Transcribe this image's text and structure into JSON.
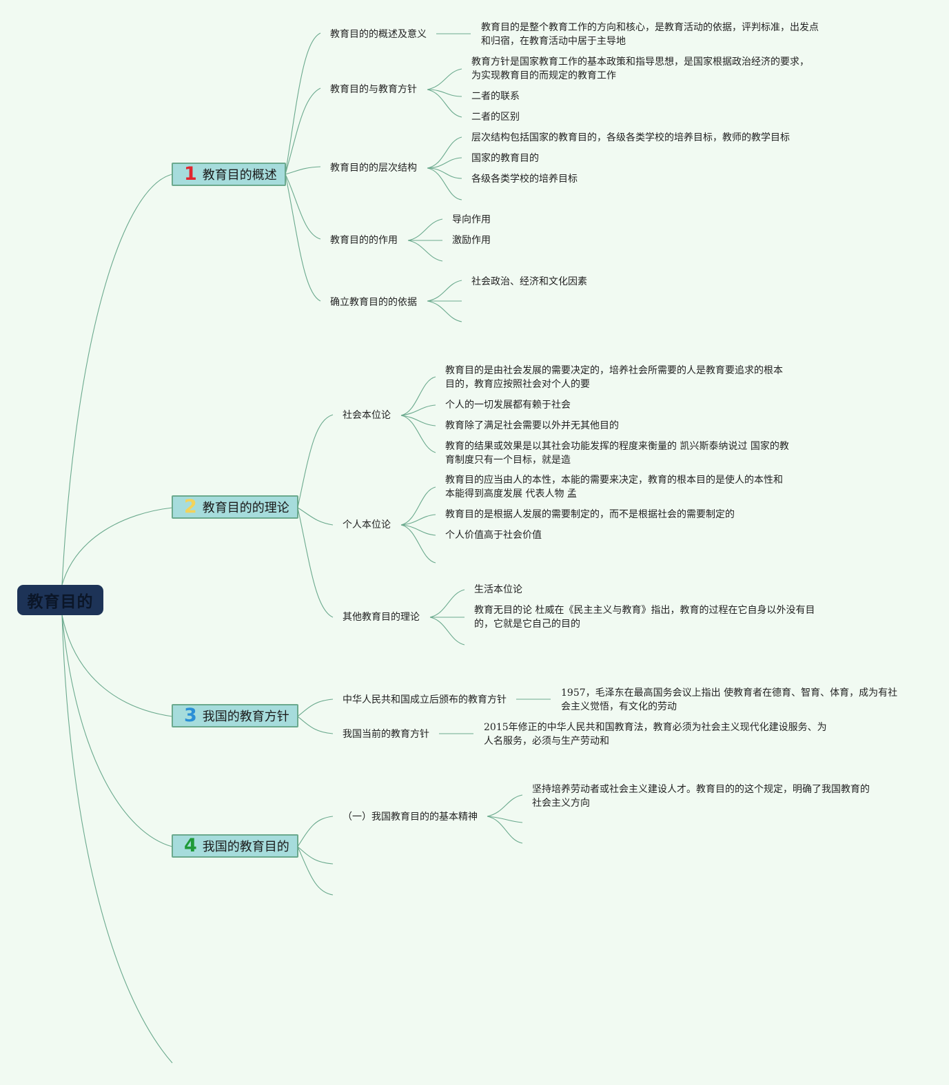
{
  "root": {
    "label": "教育目的"
  },
  "topics": [
    {
      "num": "1",
      "label": "教育目的概述",
      "subs": [
        {
          "label": "教育目的的概述及意义",
          "leaves": [
            "教育目的是整个教育工作的方向和核心，是教育活动的依据，评判标准，出发点和归宿，在教育活动中居于主导地"
          ]
        },
        {
          "label": "教育目的与教育方针",
          "leaves": [
            "教育方针是国家教育工作的基本政策和指导思想，是国家根据政治经济的要求，为实现教育目的而规定的教育工作",
            "二者的联系",
            "二者的区别"
          ]
        },
        {
          "label": "教育目的的层次结构",
          "leaves": [
            "层次结构包括国家的教育目的，各级各类学校的培养目标，教师的教学目标",
            "国家的教育目的",
            "各级各类学校的培养目标"
          ]
        },
        {
          "label": "教育目的的作用",
          "leaves": [
            "导向作用",
            "激励作用"
          ]
        },
        {
          "label": "确立教育目的的依据",
          "leaves": [
            "社会政治、经济和文化因素"
          ]
        }
      ]
    },
    {
      "num": "2",
      "label": "教育目的的理论",
      "subs": [
        {
          "label": "社会本位论",
          "leaves": [
            "教育目的是由社会发展的需要决定的，培养社会所需要的人是教育要追求的根本目的，教育应按照社会对个人的要",
            "个人的一切发展都有赖于社会",
            "教育除了满足社会需要以外并无其他目的",
            "教育的结果或效果是以其社会功能发挥的程度来衡量的 凯兴斯泰纳说过 国家的教育制度只有一个目标，就是造"
          ]
        },
        {
          "label": "个人本位论",
          "leaves": [
            "教育目的应当由人的本性，本能的需要来决定，教育的根本目的是使人的本性和本能得到高度发展 代表人物 孟",
            "教育目的是根据人发展的需要制定的，而不是根据社会的需要制定的",
            "个人价值高于社会价值"
          ]
        },
        {
          "label": "其他教育目的理论",
          "leaves": [
            "生活本位论",
            "教育无目的论 杜威在《民主主义与教育》指出，教育的过程在它自身以外没有目的，它就是它自己的目的"
          ]
        }
      ]
    },
    {
      "num": "3",
      "label": "我国的教育方针",
      "subs": [
        {
          "label": "中华人民共和国成立后颁布的教育方针",
          "leaves": [
            "1957，毛泽东在最高国务会议上指出 使教育者在德育、智育、体育，成为有社会主义觉悟，有文化的劳动"
          ]
        },
        {
          "label": "我国当前的教育方针",
          "leaves": [
            "2015年修正的中华人民共和国教育法，教育必须为社会主义现代化建设服务、为人名服务，必须与生产劳动和"
          ]
        }
      ]
    },
    {
      "num": "4",
      "label": "我国的教育目的",
      "subs": [
        {
          "label": "（一）我国教育目的的基本精神",
          "leaves": [
            "坚持培养劳动者或社会主义建设人才。教育目的的这个规定，明确了我国教育的社会主义方向"
          ]
        }
      ]
    }
  ]
}
